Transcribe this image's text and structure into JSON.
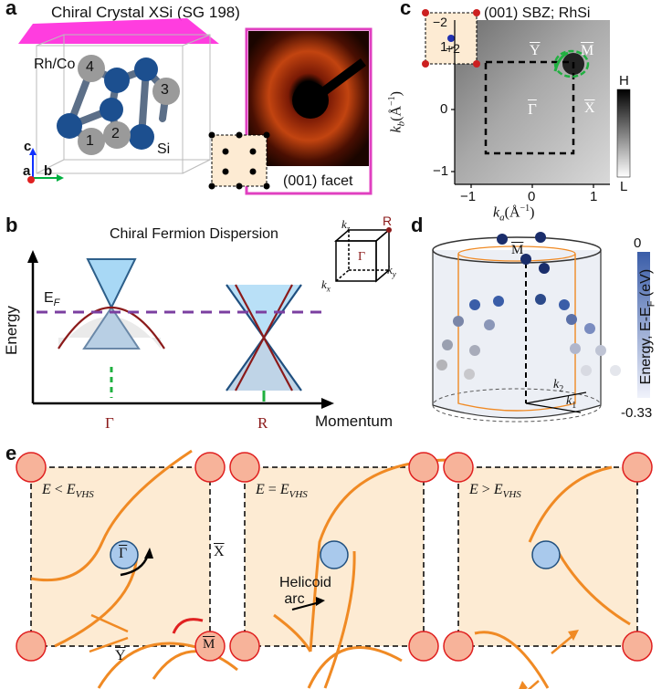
{
  "panel_a": {
    "label": "a",
    "title": "Chiral Crystal XSi (SG 198)",
    "atom_label_rh": "Rh/Co",
    "atom_label_si": "Si",
    "atom_numbers": [
      "1",
      "2",
      "3",
      "4"
    ],
    "axes": [
      "c",
      "a",
      "b"
    ],
    "facet_label": "(001) facet",
    "colors": {
      "top_plane": "#ff33dd",
      "rh_atom": "#9a9a9a",
      "si_atom": "#1c4f8f",
      "frame": "#e040c0"
    }
  },
  "panel_b": {
    "label": "b",
    "title": "Chiral Fermion Dispersion",
    "ylabel": "Energy",
    "xlabel": "Momentum",
    "fermi_label": "E",
    "fermi_sub": "F",
    "gamma_label": "Γ",
    "r_label": "R",
    "cube_labels": {
      "kz": "k",
      "kz_sub": "z",
      "ky": "k",
      "ky_sub": "y",
      "kx": "k",
      "kx_sub": "x",
      "R": "R",
      "G": "Γ"
    },
    "colors": {
      "cone": "#a8d8f5",
      "fermi": "#7b3fa0",
      "band": "#8b1a1a"
    }
  },
  "panel_c": {
    "label": "c",
    "title": "(001) SBZ; RhSi",
    "chern_neg": "−2",
    "chern_pos": "+2",
    "ylabel": "k",
    "ylabel_sub": "b",
    "ylabel_unit": "(Å",
    "xlabel": "k",
    "xlabel_sub": "a",
    "xlabel_unit": "(Å",
    "unit_exp": "−1",
    "xticks": [
      "−1",
      "0",
      "1"
    ],
    "yticks": [
      "1",
      "0",
      "−1"
    ],
    "points": {
      "Y": "Y",
      "M": "M",
      "G": "Γ",
      "X": "X"
    },
    "colorbar_high": "H",
    "colorbar_low": "L"
  },
  "panel_d": {
    "label": "d",
    "colorbar_top": "0",
    "colorbar_bottom": "-0.33",
    "colorbar_title": "Energy, E-E",
    "colorbar_title_sub": "F",
    "colorbar_unit": " (eV)",
    "m_label": "M",
    "k1": "k",
    "k1_sub": "1",
    "k2": "k",
    "k2_sub": "2"
  },
  "panel_e": {
    "label": "e",
    "conditions": [
      {
        "E": "E",
        "op": " < ",
        "rhs": "E",
        "sub": "VHS"
      },
      {
        "E": "E",
        "op": " = ",
        "rhs": "E",
        "sub": "VHS"
      },
      {
        "E": "E",
        "op": " > ",
        "rhs": "E",
        "sub": "VHS"
      }
    ],
    "points": {
      "G": "Γ",
      "X": "X",
      "Y": "Y",
      "M": "M"
    },
    "arc_label_1": "Helicoid",
    "arc_label_2": "arc",
    "colors": {
      "bz_fill": "#fdebd3",
      "corner": "#f7b39a",
      "corner_edge": "#e02020",
      "center": "#a9c9ec",
      "arc": "#f08a24"
    }
  }
}
